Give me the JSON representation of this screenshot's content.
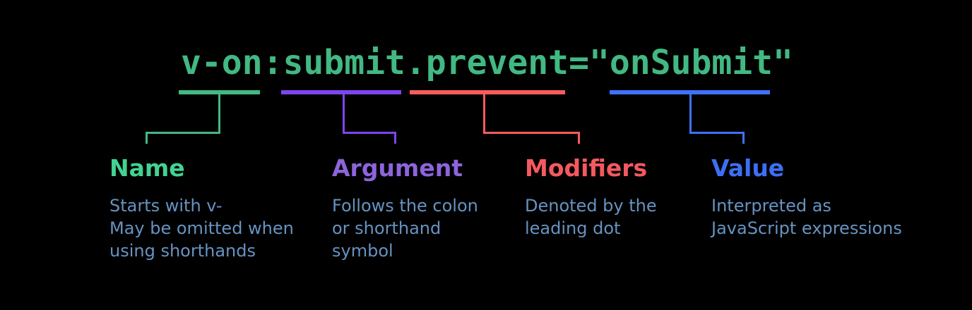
{
  "background": "#000000",
  "description_color": "#6693c1",
  "code": {
    "text": "v-on:submit.prevent=\"onSubmit\"",
    "color": "#42b883"
  },
  "sections": [
    {
      "id": "name",
      "label": "Name",
      "underlined_token": "v-on",
      "description": "Starts with v-\nMay be omitted when\nusing shorthands",
      "color": "#42b883",
      "label_color": "#42d392"
    },
    {
      "id": "argument",
      "label": "Argument",
      "underlined_token": "submit",
      "description": "Follows the colon\nor shorthand\nsymbol",
      "color": "#7d45f0",
      "label_color": "#8e64dc",
      "gap_token_before": ":"
    },
    {
      "id": "modifiers",
      "label": "Modifiers",
      "underlined_token": ".prevent",
      "description": "Denoted by the\nleading dot",
      "color": "#f75c5c",
      "label_color": "#f4595f"
    },
    {
      "id": "value",
      "label": "Value",
      "underlined_token": "onSubmit",
      "description": "Interpreted as\nJavaScript expressions",
      "color": "#3e72f8",
      "label_color": "#3d6ff5"
    }
  ]
}
